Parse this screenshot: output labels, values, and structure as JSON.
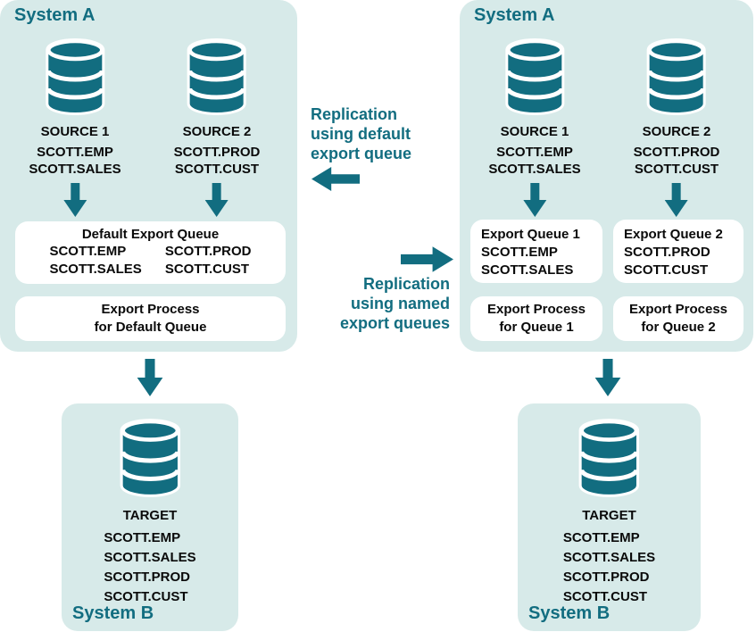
{
  "colors": {
    "teal": "#126d80",
    "panel_bg": "#d7eae9",
    "box_bg": "#ffffff",
    "text": "#0a0a0a"
  },
  "icons": {
    "database": "database-cylinder-icon",
    "arrow_down": "down-arrow-icon",
    "arrow_left": "left-arrow-icon",
    "arrow_right": "right-arrow-icon"
  },
  "left_system_a": {
    "title": "System A",
    "source1": {
      "label": "SOURCE 1",
      "tables": [
        "SCOTT.EMP",
        "SCOTT.SALES"
      ]
    },
    "source2": {
      "label": "SOURCE 2",
      "tables": [
        "SCOTT.PROD",
        "SCOTT.CUST"
      ]
    },
    "queue": {
      "title": "Default Export Queue",
      "col1": [
        "SCOTT.EMP",
        "SCOTT.SALES"
      ],
      "col2": [
        "SCOTT.PROD",
        "SCOTT.CUST"
      ]
    },
    "process": [
      "Export Process",
      "for Default Queue"
    ]
  },
  "left_system_b": {
    "title": "System B",
    "db": "TARGET",
    "tables": [
      "SCOTT.EMP",
      "SCOTT.SALES",
      "SCOTT.PROD",
      "SCOTT.CUST"
    ]
  },
  "middle": {
    "default_label": [
      "Replication",
      "using default",
      "export queue"
    ],
    "named_label": [
      "Replication",
      "using named",
      "export queues"
    ]
  },
  "right_system_a": {
    "title": "System A",
    "source1": {
      "label": "SOURCE 1",
      "tables": [
        "SCOTT.EMP",
        "SCOTT.SALES"
      ]
    },
    "source2": {
      "label": "SOURCE 2",
      "tables": [
        "SCOTT.PROD",
        "SCOTT.CUST"
      ]
    },
    "queue1": {
      "title": "Export Queue 1",
      "tables": [
        "SCOTT.EMP",
        "SCOTT.SALES"
      ]
    },
    "queue2": {
      "title": "Export Queue 2",
      "tables": [
        "SCOTT.PROD",
        "SCOTT.CUST"
      ]
    },
    "process1": [
      "Export Process",
      "for Queue 1"
    ],
    "process2": [
      "Export Process",
      "for Queue 2"
    ]
  },
  "right_system_b": {
    "title": "System B",
    "db": "TARGET",
    "tables": [
      "SCOTT.EMP",
      "SCOTT.SALES",
      "SCOTT.PROD",
      "SCOTT.CUST"
    ]
  }
}
